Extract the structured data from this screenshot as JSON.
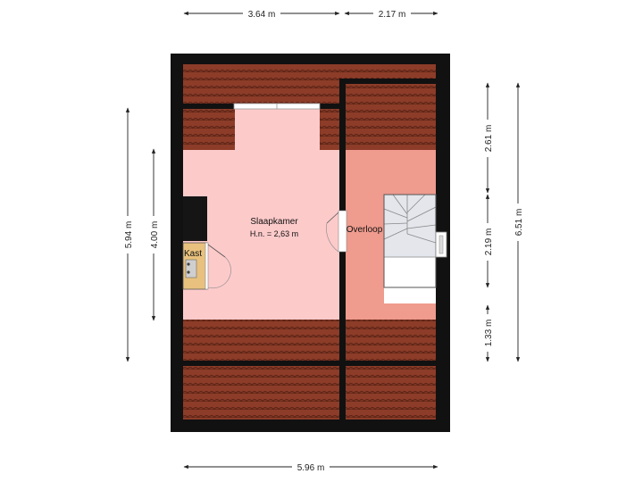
{
  "rooms": {
    "slaapkamer": {
      "name": "Slaapkamer",
      "height": "H.n. = 2,63 m"
    },
    "overloop": {
      "name": "Overloop"
    },
    "kast": {
      "name": "Kast"
    }
  },
  "dimensions": {
    "top_left": "3.64 m",
    "top_right": "2.17 m",
    "bottom": "5.96 m",
    "left_outer": "5.94 m",
    "left_inner": "4.00 m",
    "right_top": "2.61 m",
    "right_mid": "2.19 m",
    "right_bottom": "1.33 m",
    "right_outer": "6.51 m"
  },
  "colors": {
    "wall": "#111111",
    "roof": "#8c3c28",
    "slaapkamer_floor": "#fdcaca",
    "overloop_floor": "#ef9b8e",
    "kast_floor": "#e8c17e"
  }
}
